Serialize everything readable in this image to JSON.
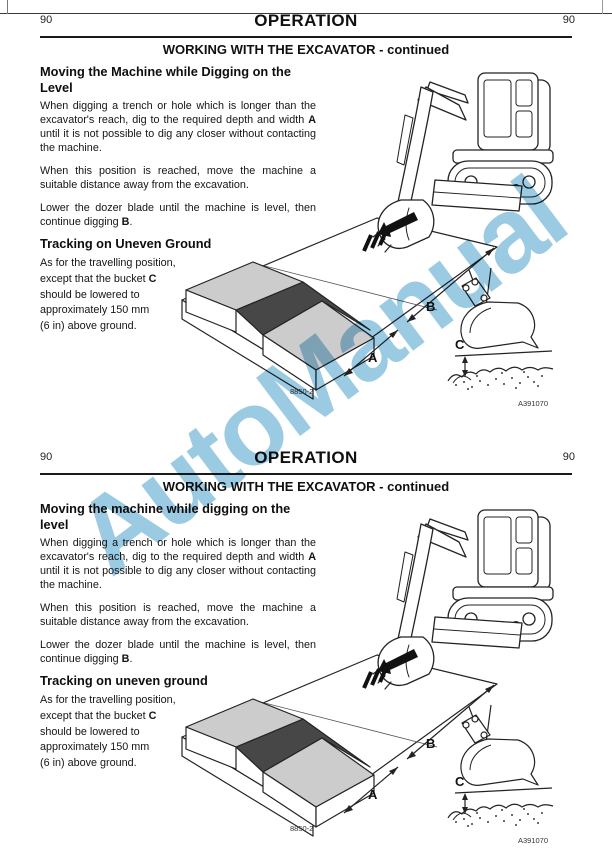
{
  "watermark": {
    "text": "AutoManual",
    "color": "#7fbbdb"
  },
  "colors": {
    "block_fill": "#cccccc",
    "trench_dark": "#474747",
    "line_ink": "#232323"
  },
  "page1": {
    "page_number_left": "90",
    "title": "OPERATION",
    "page_number_right": "90",
    "subtitle": "WORKING WITH THE EXCAVATOR - continued",
    "section1": {
      "heading_line1": "Moving the Machine while Digging on the",
      "heading_line2": "Level",
      "para1": [
        "When digging a trench or hole which is longer than the excavator's reach, dig to the required depth and width ",
        "A",
        " until it is not possible to dig any closer without contacting the machine."
      ],
      "para2": "When this position is reached, move the machine a suitable distance away from the excavation.",
      "para3": [
        "Lower the dozer blade until the machine is level, then continue digging ",
        "B",
        "."
      ]
    },
    "section2": {
      "heading": "Tracking on Uneven Ground",
      "line1": "As for the travelling position,",
      "line2": "except that the bucket  ",
      "line2_bold": "C",
      "line3": "should be lowered to",
      "line4": "approximately 150 mm",
      "line5": "(6 in) above ground."
    },
    "diagram": {
      "label_a": "A",
      "label_b": "B",
      "label_c": "C",
      "figure_code": "8850-2",
      "reference_code": "A391070"
    }
  },
  "page2": {
    "page_number_left": "90",
    "title": "OPERATION",
    "page_number_right": "90",
    "subtitle": "WORKING WITH THE EXCAVATOR - continued",
    "section1": {
      "heading_line1": "Moving the machine while digging on the",
      "heading_line2": "level",
      "para1": [
        "When digging a trench or hole which is longer than the excavator's reach, dig to the required depth and width ",
        "A",
        " until it is not possible to dig any closer without contacting the machine."
      ],
      "para2": "When this position is reached, move the machine a suitable distance away from the excavation.",
      "para3": [
        "Lower the dozer blade until the machine is level, then continue digging ",
        "B",
        "."
      ]
    },
    "section2": {
      "heading": "Tracking on uneven ground",
      "line1": "As for the travelling position,",
      "line2": "except that the bucket  ",
      "line2_bold": "C",
      "line3": "should be lowered to",
      "line4": "approximately 150 mm",
      "line5": "(6 in) above ground."
    },
    "diagram": {
      "label_a": "A",
      "label_b": "B",
      "label_c": "C",
      "figure_code": "8850-2",
      "reference_code": "A391070"
    }
  }
}
